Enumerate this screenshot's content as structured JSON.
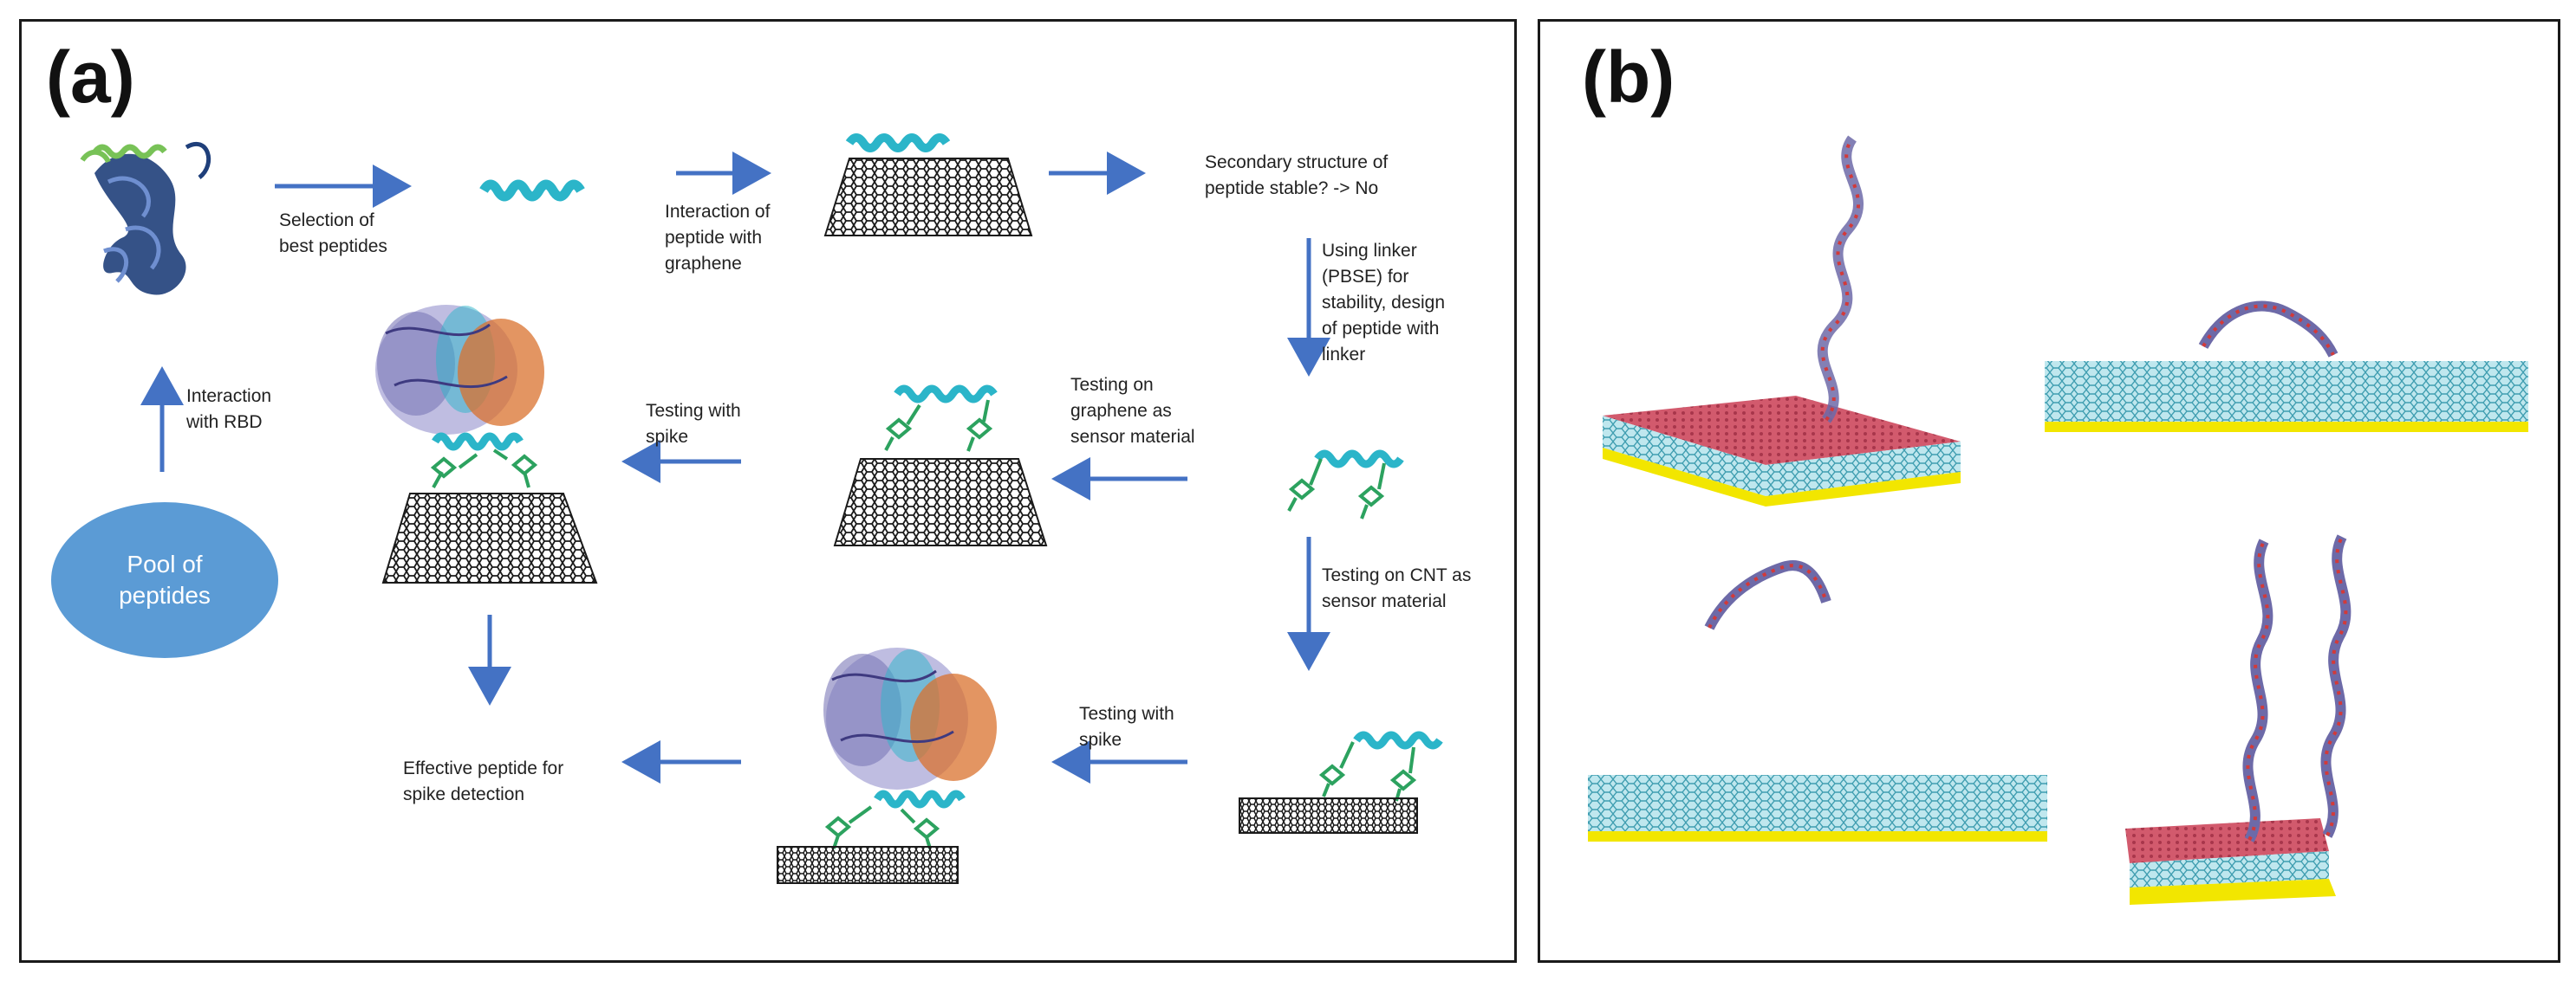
{
  "colors": {
    "arrow": "#4472c4",
    "pool_fill": "#5b9bd5",
    "helix": "#2bb5c9",
    "linker": "#2ca25f",
    "graphene": "#1b1b1b",
    "spike_purple": "#8a86c9",
    "spike_orange": "#d9722e",
    "protein_blue": "#1f3f7a",
    "substrate_teal": "#8fd0da",
    "substrate_red": "#c9455b",
    "substrate_yellow": "#f2e600"
  },
  "panel_a": {
    "label": "(a)",
    "pool_of_peptides": "Pool of\npeptides",
    "selection_of_best_peptides": "Selection of\nbest peptides",
    "interaction_with_rbd": "Interaction\nwith RBD",
    "interaction_with_graphene": "Interaction of\npeptide with\ngraphene",
    "secondary_structure": "Secondary structure of\npeptide stable? -> No",
    "using_linker": "Using linker\n(PBSE) for\nstability, design\nof peptide with\nlinker",
    "testing_on_graphene": "Testing on\ngraphene as\nsensor material",
    "testing_with_spike_top": "Testing with\nspike",
    "testing_on_cnt": "Testing on CNT as\nsensor material",
    "testing_with_spike_bottom": "Testing with\nspike",
    "effective_peptide": "Effective peptide for\nspike detection"
  },
  "panel_b": {
    "label": "(b)"
  }
}
